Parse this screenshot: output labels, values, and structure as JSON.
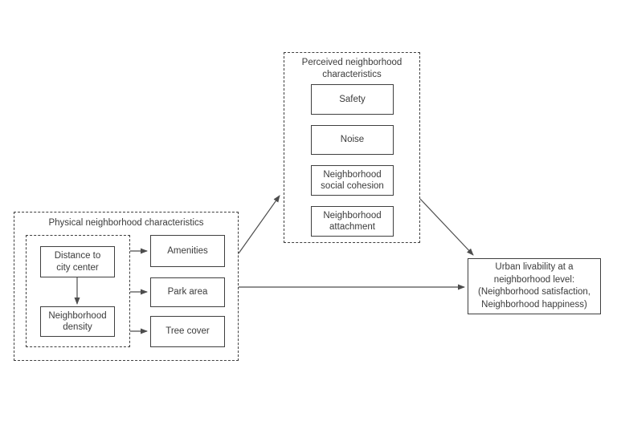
{
  "colors": {
    "background": "#ffffff",
    "border": "#3f3f3f",
    "arrow": "#4d4d4d",
    "text": "#3b3b3b"
  },
  "physical": {
    "title": "Physical neighborhood characteristics",
    "distance": "Distance to\ncity center",
    "density": "Neighborhood\ndensity",
    "amenities": "Amenities",
    "park": "Park area",
    "tree": "Tree cover"
  },
  "perceived": {
    "title": "Perceived neighborhood\ncharacteristics",
    "safety": "Safety",
    "noise": "Noise",
    "cohesion": "Neighborhood\nsocial cohesion",
    "attachment": "Neighborhood\nattachment"
  },
  "outcome": {
    "label": "Urban livability at a\nneighborhood level:\n(Neighborhood satisfaction,\nNeighborhood happiness)"
  },
  "edges": [
    {
      "from": "physical-group",
      "to": "perceived-group"
    },
    {
      "from": "perceived-group",
      "to": "outcome-box"
    },
    {
      "from": "physical-group",
      "to": "outcome-box"
    },
    {
      "from": "distance-box",
      "to": "density-box"
    },
    {
      "from": "physical-inner-group",
      "to": "amenities-box"
    },
    {
      "from": "physical-inner-group",
      "to": "park-box"
    },
    {
      "from": "physical-inner-group",
      "to": "tree-box"
    }
  ]
}
